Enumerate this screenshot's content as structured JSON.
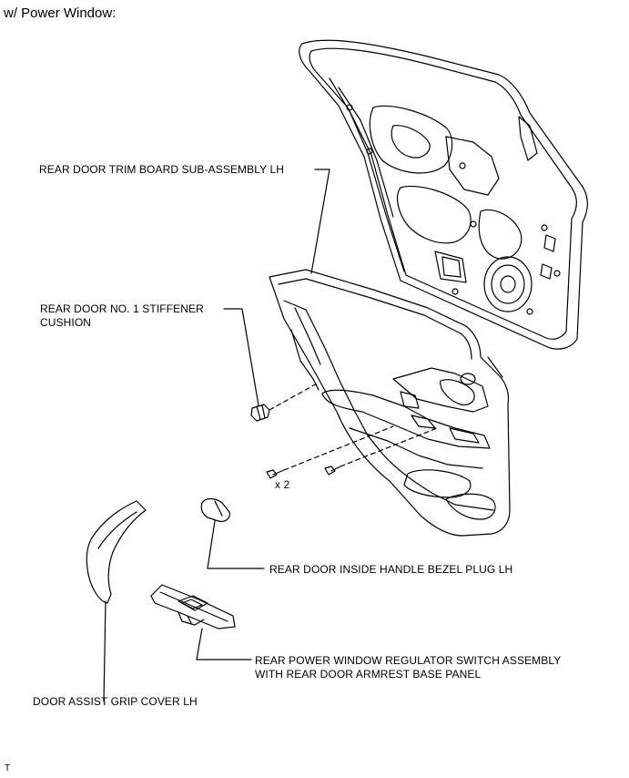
{
  "header": {
    "title": "w/ Power Window:"
  },
  "callouts": {
    "trim_board": "REAR DOOR TRIM BOARD SUB-ASSEMBLY LH",
    "stiffener_line1": "REAR DOOR NO. 1 STIFFENER",
    "stiffener_line2": "CUSHION",
    "screw_qty": "x 2",
    "bezel_plug": "REAR DOOR INSIDE HANDLE BEZEL PLUG LH",
    "switch_line1": "REAR POWER WINDOW REGULATOR SWITCH ASSEMBLY",
    "switch_line2": "WITH REAR DOOR ARMREST BASE PANEL",
    "grip_cover": "DOOR ASSIST GRIP COVER LH"
  },
  "footer": {
    "code": "T"
  }
}
